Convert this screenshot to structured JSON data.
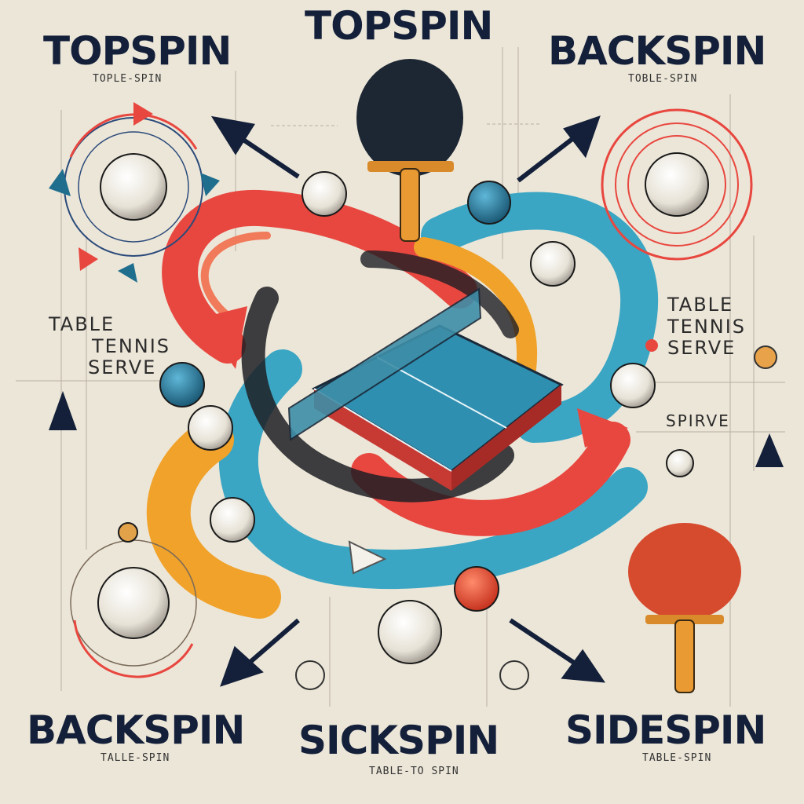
{
  "labels": {
    "top_left": "TOPSPIN",
    "top_left_sub": "TOPLE-SPIN",
    "top_center": "TOPSPIN",
    "top_right": "BACKSPIN",
    "top_right_sub": "TOBLE-SPIN",
    "bottom_left": "BACKSPIN",
    "bottom_left_sub": "TALLE-SPIN",
    "bottom_center": "SICKSPIN",
    "bottom_center_sub": "TABLE-TO SPIN",
    "bottom_right": "SIDESPIN",
    "bottom_right_sub": "TABLE-SPIN"
  },
  "side_text": {
    "left_line1": "TABLE",
    "left_line2": "TENNIS",
    "left_line3": "SERVE",
    "right_line1": "TABLE",
    "right_line2": "TENNIS",
    "right_line3": "SERVE",
    "right_extra": "SPIRVE"
  },
  "colors": {
    "background": "#ece6d8",
    "navy": "#14203a",
    "red": "#e8473f",
    "teal": "#3aa6c4",
    "orange": "#f0a22a",
    "table_blue": "#2e8fb0"
  },
  "icons": [
    "paddle-icon",
    "ball-icon",
    "arrow-icon",
    "table-icon"
  ]
}
